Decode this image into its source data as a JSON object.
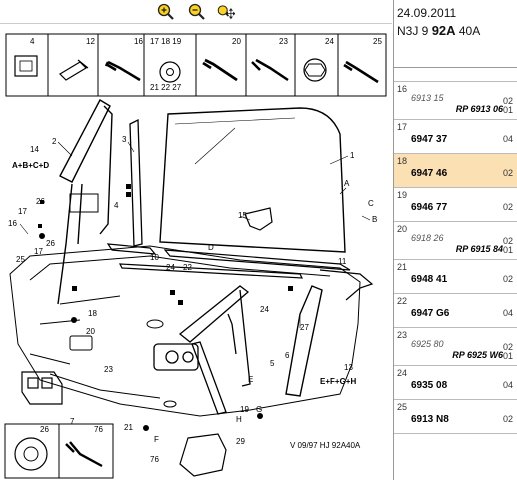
{
  "toolbar": {
    "zoom_in": "zoom-in",
    "zoom_out": "zoom-out",
    "pan": "pan"
  },
  "header": {
    "date": "24.09.2011",
    "code_prefix": "N3J 9 ",
    "code_bold": "92A",
    "code_suffix": " 40A"
  },
  "diagram": {
    "top_parts": [
      {
        "label": "4"
      },
      {
        "label": "12"
      },
      {
        "label": "16"
      },
      {
        "label": "17  18  19"
      },
      {
        "label": "21  22  27"
      },
      {
        "label": "20"
      },
      {
        "label": "23"
      },
      {
        "label": "24"
      },
      {
        "label": "25"
      }
    ],
    "callouts": {
      "c1": "1",
      "c2": "2",
      "c3": "3",
      "c4": "4",
      "c5": "5",
      "c6": "6",
      "c7": "7",
      "c10": "10",
      "c11": "11",
      "c13": "13",
      "c15": "15",
      "c16": "16",
      "c17a": "17",
      "c17b": "17",
      "c18": "18",
      "c19": "19",
      "c20": "20",
      "c21": "21",
      "c22": "22",
      "c23": "23",
      "c24a": "24",
      "c24b": "24",
      "c25": "25",
      "c26a": "26",
      "c26b": "26",
      "c27": "27",
      "c29": "29",
      "c76": "76",
      "cA": "A",
      "cB": "B",
      "cC": "C",
      "cD": "D",
      "cE": "E",
      "cF": "F",
      "cG": "G",
      "cH": "H",
      "c14": "14",
      "set14": "A+B+C+D",
      "set13": "E+F+G+H",
      "footer": "V 09/97  HJ 92A40A",
      "box26": "26",
      "box76": "76"
    }
  },
  "parts_list": [
    {
      "pos": "16",
      "ref": "6913 15",
      "old": true,
      "rp": "RP 6913 06",
      "qty": "02",
      "qty2": "01",
      "selected": false
    },
    {
      "pos": "17",
      "ref": "6947 37",
      "old": false,
      "rp": "",
      "qty": "04",
      "qty2": "",
      "selected": false
    },
    {
      "pos": "18",
      "ref": "6947 46",
      "old": false,
      "rp": "",
      "qty": "02",
      "qty2": "",
      "selected": true
    },
    {
      "pos": "19",
      "ref": "6946 77",
      "old": false,
      "rp": "",
      "qty": "02",
      "qty2": "",
      "selected": false
    },
    {
      "pos": "20",
      "ref": "6918 26",
      "old": true,
      "rp": "RP 6915 84",
      "qty": "02",
      "qty2": "01",
      "selected": false
    },
    {
      "pos": "21",
      "ref": "6948 41",
      "old": false,
      "rp": "",
      "qty": "02",
      "qty2": "",
      "selected": false
    },
    {
      "pos": "22",
      "ref": "6947 G6",
      "old": false,
      "rp": "",
      "qty": "04",
      "qty2": "",
      "selected": false
    },
    {
      "pos": "23",
      "ref": "6925 80",
      "old": true,
      "rp": "RP 6925 W6",
      "qty": "02",
      "qty2": "01",
      "selected": false
    },
    {
      "pos": "24",
      "ref": "6935 08",
      "old": false,
      "rp": "",
      "qty": "04",
      "qty2": "",
      "selected": false
    },
    {
      "pos": "25",
      "ref": "6913 N8",
      "old": false,
      "rp": "",
      "qty": "02",
      "qty2": "",
      "selected": false
    }
  ],
  "colors": {
    "selected_row": "#fbe0b4",
    "line": "#000000",
    "toolbar_icon": "#f2c200"
  }
}
